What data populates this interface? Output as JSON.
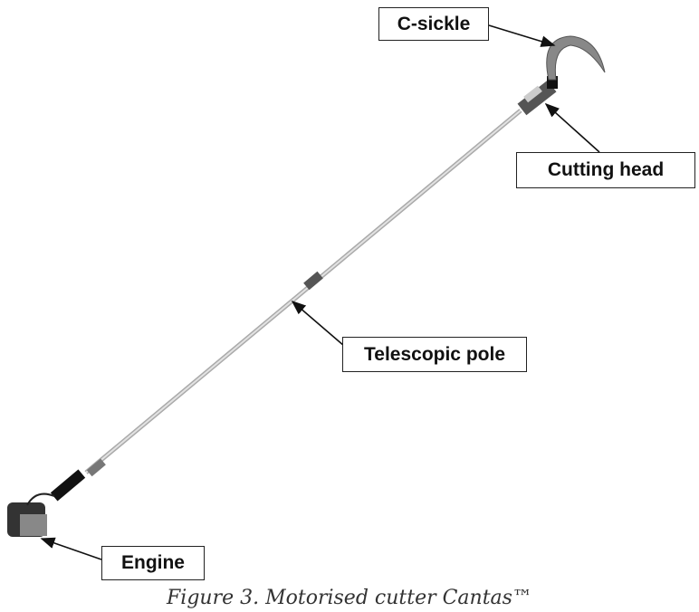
{
  "labels": {
    "c_sickle": "C-sickle",
    "cutting_head": "Cutting head",
    "telescopic_pole": "Telescopic pole",
    "engine": "Engine"
  },
  "caption": "Figure 3. Motorised cutter Cantas™"
}
